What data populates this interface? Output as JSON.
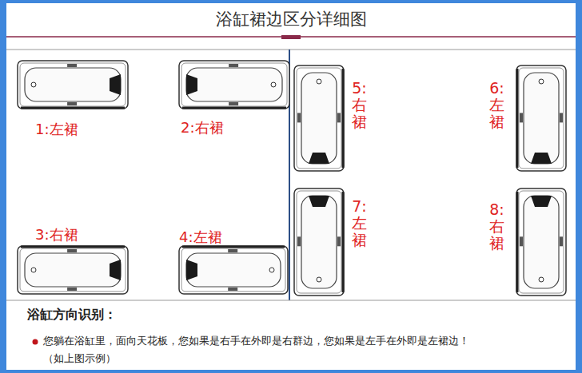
{
  "diagram": {
    "title": "浴缸裙边区分详细图",
    "labels": [
      "1:左裙",
      "2:右裙",
      "3:右裙",
      "4:左裙",
      "5:右裙",
      "6:左裙",
      "7:左裙",
      "8:右裙",
      "浴缸方向识别：",
      "您躺在浴缸里，面向天花板，您如果是右手在外即是右群边，您如果是左手在外即是左裙边！",
      "（如上图示例）"
    ]
  }
}
